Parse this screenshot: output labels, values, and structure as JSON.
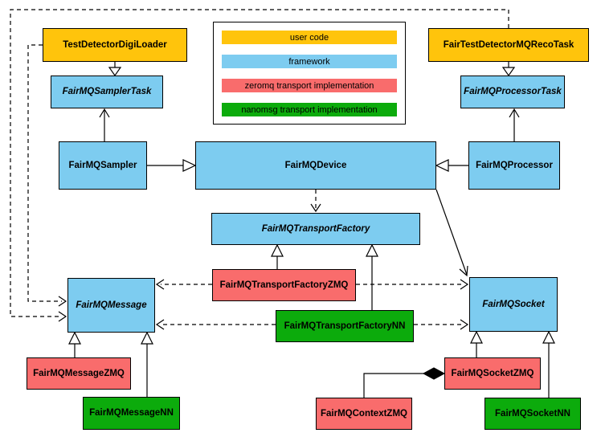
{
  "legend": {
    "items": [
      {
        "label": "user code",
        "color": "#FFC40C",
        "category": "user-code"
      },
      {
        "label": "framework",
        "color": "#7DCCF0",
        "category": "framework"
      },
      {
        "label": "zeromq transport implementation",
        "color": "#F96C6C",
        "category": "zeromq"
      },
      {
        "label": "nanomsg transport implementation",
        "color": "#0CAB0C",
        "category": "nanomsg"
      }
    ]
  },
  "nodes": {
    "test_detector_digi_loader": {
      "label": "TestDetectorDigiLoader",
      "category": "user-code",
      "abstract": false
    },
    "fair_test_detector_mq_reco_task": {
      "label": "FairTestDetectorMQRecoTask",
      "category": "user-code",
      "abstract": false
    },
    "fair_mq_sampler_task": {
      "label": "FairMQSamplerTask",
      "category": "framework",
      "abstract": true
    },
    "fair_mq_processor_task": {
      "label": "FairMQProcessorTask",
      "category": "framework",
      "abstract": true
    },
    "fair_mq_sampler": {
      "label": "FairMQSampler",
      "category": "framework",
      "abstract": false
    },
    "fair_mq_device": {
      "label": "FairMQDevice",
      "category": "framework",
      "abstract": false
    },
    "fair_mq_processor": {
      "label": "FairMQProcessor",
      "category": "framework",
      "abstract": false
    },
    "fair_mq_transport_factory": {
      "label": "FairMQTransportFactory",
      "category": "framework",
      "abstract": true
    },
    "fair_mq_transport_factory_zmq": {
      "label": "FairMQTransportFactoryZMQ",
      "category": "zeromq",
      "abstract": false
    },
    "fair_mq_transport_factory_nn": {
      "label": "FairMQTransportFactoryNN",
      "category": "nanomsg",
      "abstract": false
    },
    "fair_mq_message": {
      "label": "FairMQMessage",
      "category": "framework",
      "abstract": true
    },
    "fair_mq_socket": {
      "label": "FairMQSocket",
      "category": "framework",
      "abstract": true
    },
    "fair_mq_message_zmq": {
      "label": "FairMQMessageZMQ",
      "category": "zeromq",
      "abstract": false
    },
    "fair_mq_message_nn": {
      "label": "FairMQMessageNN",
      "category": "nanomsg",
      "abstract": false
    },
    "fair_mq_context_zmq": {
      "label": "FairMQContextZMQ",
      "category": "zeromq",
      "abstract": false
    },
    "fair_mq_socket_zmq": {
      "label": "FairMQSocketZMQ",
      "category": "zeromq",
      "abstract": false
    },
    "fair_mq_socket_nn": {
      "label": "FairMQSocketNN",
      "category": "nanomsg",
      "abstract": false
    }
  },
  "edges": [
    {
      "from": "TestDetectorDigiLoader",
      "to": "FairMQSamplerTask",
      "type": "inheritance",
      "line": "solid"
    },
    {
      "from": "FairTestDetectorMQRecoTask",
      "to": "FairMQProcessorTask",
      "type": "inheritance",
      "line": "solid"
    },
    {
      "from": "FairMQSampler",
      "to": "FairMQSamplerTask",
      "type": "arrow",
      "line": "solid"
    },
    {
      "from": "FairMQProcessor",
      "to": "FairMQProcessorTask",
      "type": "arrow",
      "line": "solid"
    },
    {
      "from": "FairMQSampler",
      "to": "FairMQDevice",
      "type": "inheritance",
      "line": "solid"
    },
    {
      "from": "FairMQProcessor",
      "to": "FairMQDevice",
      "type": "inheritance",
      "line": "solid"
    },
    {
      "from": "FairMQDevice",
      "to": "FairMQTransportFactory",
      "type": "dependency",
      "line": "dashed"
    },
    {
      "from": "FairMQDevice",
      "to": "FairMQSocket",
      "type": "arrow",
      "line": "solid"
    },
    {
      "from": "FairMQTransportFactoryZMQ",
      "to": "FairMQTransportFactory",
      "type": "inheritance",
      "line": "solid"
    },
    {
      "from": "FairMQTransportFactoryNN",
      "to": "FairMQTransportFactory",
      "type": "inheritance",
      "line": "solid"
    },
    {
      "from": "FairMQTransportFactoryZMQ",
      "to": "FairMQMessage",
      "type": "dependency",
      "line": "dashed"
    },
    {
      "from": "FairMQTransportFactoryZMQ",
      "to": "FairMQSocket",
      "type": "dependency",
      "line": "dashed"
    },
    {
      "from": "FairMQTransportFactoryNN",
      "to": "FairMQMessage",
      "type": "dependency",
      "line": "dashed"
    },
    {
      "from": "FairMQTransportFactoryNN",
      "to": "FairMQSocket",
      "type": "dependency",
      "line": "dashed"
    },
    {
      "from": "TestDetectorDigiLoader",
      "to": "FairMQMessage",
      "type": "dependency",
      "line": "dashed"
    },
    {
      "from": "FairTestDetectorMQRecoTask",
      "to": "FairMQMessage",
      "type": "dependency",
      "line": "dashed"
    },
    {
      "from": "FairMQMessageZMQ",
      "to": "FairMQMessage",
      "type": "inheritance",
      "line": "solid"
    },
    {
      "from": "FairMQMessageNN",
      "to": "FairMQMessage",
      "type": "inheritance",
      "line": "solid"
    },
    {
      "from": "FairMQSocketZMQ",
      "to": "FairMQSocket",
      "type": "inheritance",
      "line": "solid"
    },
    {
      "from": "FairMQSocketNN",
      "to": "FairMQSocket",
      "type": "inheritance",
      "line": "solid"
    },
    {
      "from": "FairMQContextZMQ",
      "to": "FairMQSocketZMQ",
      "type": "composition",
      "line": "solid"
    }
  ],
  "colors": {
    "user_code": "#FFC40C",
    "framework": "#7DCCF0",
    "zeromq": "#F96C6C",
    "nanomsg": "#0CAB0C",
    "border": "#000000",
    "background": "#FFFFFF"
  }
}
